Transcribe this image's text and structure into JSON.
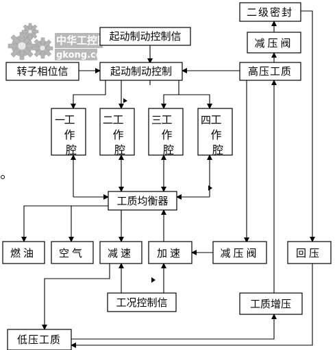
{
  "logo": {
    "name": "中华工控网",
    "site": "gkong.com",
    "icon": "gear-logo-icon"
  },
  "nodes": {
    "start_brake_signal": "起动制动控制信",
    "rotor_phase_signal": "转子相位信",
    "start_brake_control": "起动制动控制",
    "secondary_seal": "二级密封",
    "pressure_relief_valve_top": "减压阀",
    "high_pressure_medium": "高压工质",
    "working_chamber_1": "工作腔",
    "working_chamber_2": "工作腔",
    "working_chamber_3": "工作腔",
    "working_chamber_4": "工作腔",
    "chamber_prefix_1": "一",
    "chamber_prefix_2": "二",
    "chamber_prefix_3": "三",
    "chamber_prefix_4": "四",
    "medium_equalizer": "工质均衡器",
    "fuel": "燃油",
    "air": "空气",
    "decelerate": "减速",
    "accelerate": "加速",
    "pressure_relief_valve_mid": "减压阀",
    "return_pressure": "回压",
    "condition_control_signal": "工况控制信",
    "medium_booster": "工质增压",
    "low_pressure_medium": "低压工质"
  }
}
